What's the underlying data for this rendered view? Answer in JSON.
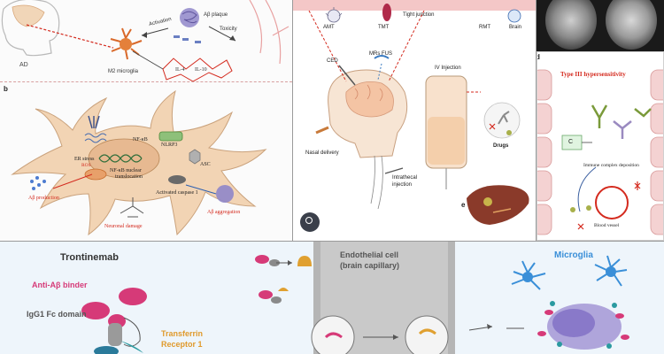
{
  "panel_a": {
    "ad_label": "AD",
    "activation": "Activation",
    "plaque": "Aβ plaque",
    "toxicity": "Toxicity",
    "microglia": "M2 microglia",
    "il4": "IL-4",
    "il10": "IL-10"
  },
  "panel_b": {
    "letter": "b",
    "nfkb": "NF-κB",
    "nlrp3": "NLRP3",
    "er_stress": "ER stress",
    "ros": "ROS",
    "translocation_1": "NF-κB nuclear",
    "translocation_2": "translocation",
    "asc": "ASC",
    "caspase": "Activated caspase 1",
    "ab_production": "Aβ production",
    "ab_aggregation": "Aβ aggregation",
    "neuronal_damage": "Neuronal damage"
  },
  "panel_c": {
    "amt": "AMT",
    "tmt": "TMT",
    "tight_junction": "Tight junction",
    "rmt": "RMT",
    "brain": "Brain",
    "ced": "CED",
    "mrs_fus": "MRs FUS",
    "iv_injection": "IV Injection",
    "drugs": "Drugs",
    "nasal_delivery": "Nasal delivery",
    "intrathecal_1": "Intrathecal",
    "intrathecal_2": "injection",
    "e_letter": "e"
  },
  "panel_d": {
    "letter": "d",
    "hypersensitivity": "Type III hypersensitivity",
    "complement": "C",
    "immune_complex": "Immune complex deposition",
    "blood_vessel": "Blood vessel"
  },
  "bottom": {
    "trontinemab": "Trontinemab",
    "anti_ab": "Anti-Aβ binder",
    "igg1": "IgG1 Fc domain",
    "tfr_1": "Transferrin",
    "tfr_2": "Receptor 1",
    "endothelial_1": "Endothelial cell",
    "endothelial_2": "(brain capillary)",
    "microglia": "Microglia"
  },
  "colors": {
    "red": "#d42a1e",
    "orange": "#e09a2c",
    "pink": "#d63a78",
    "blue": "#3a8fd8",
    "teal": "#2a9aa0",
    "cell_tan": "#f2d4b4",
    "vessel_pink": "#f4d2d2"
  }
}
